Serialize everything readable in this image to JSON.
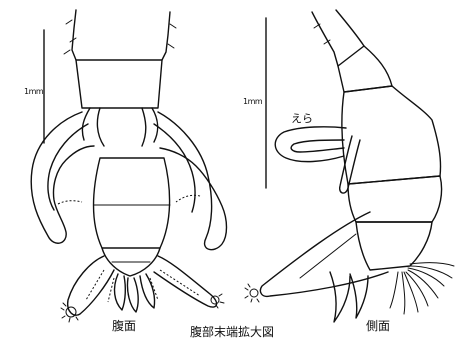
{
  "figure": {
    "scale_bar_left_label": "1mm",
    "scale_bar_right_label": "1mm",
    "gill_label": "えら",
    "ventral_caption": "腹面",
    "main_caption": "腹部末端拡大図",
    "lateral_caption": "側面"
  }
}
